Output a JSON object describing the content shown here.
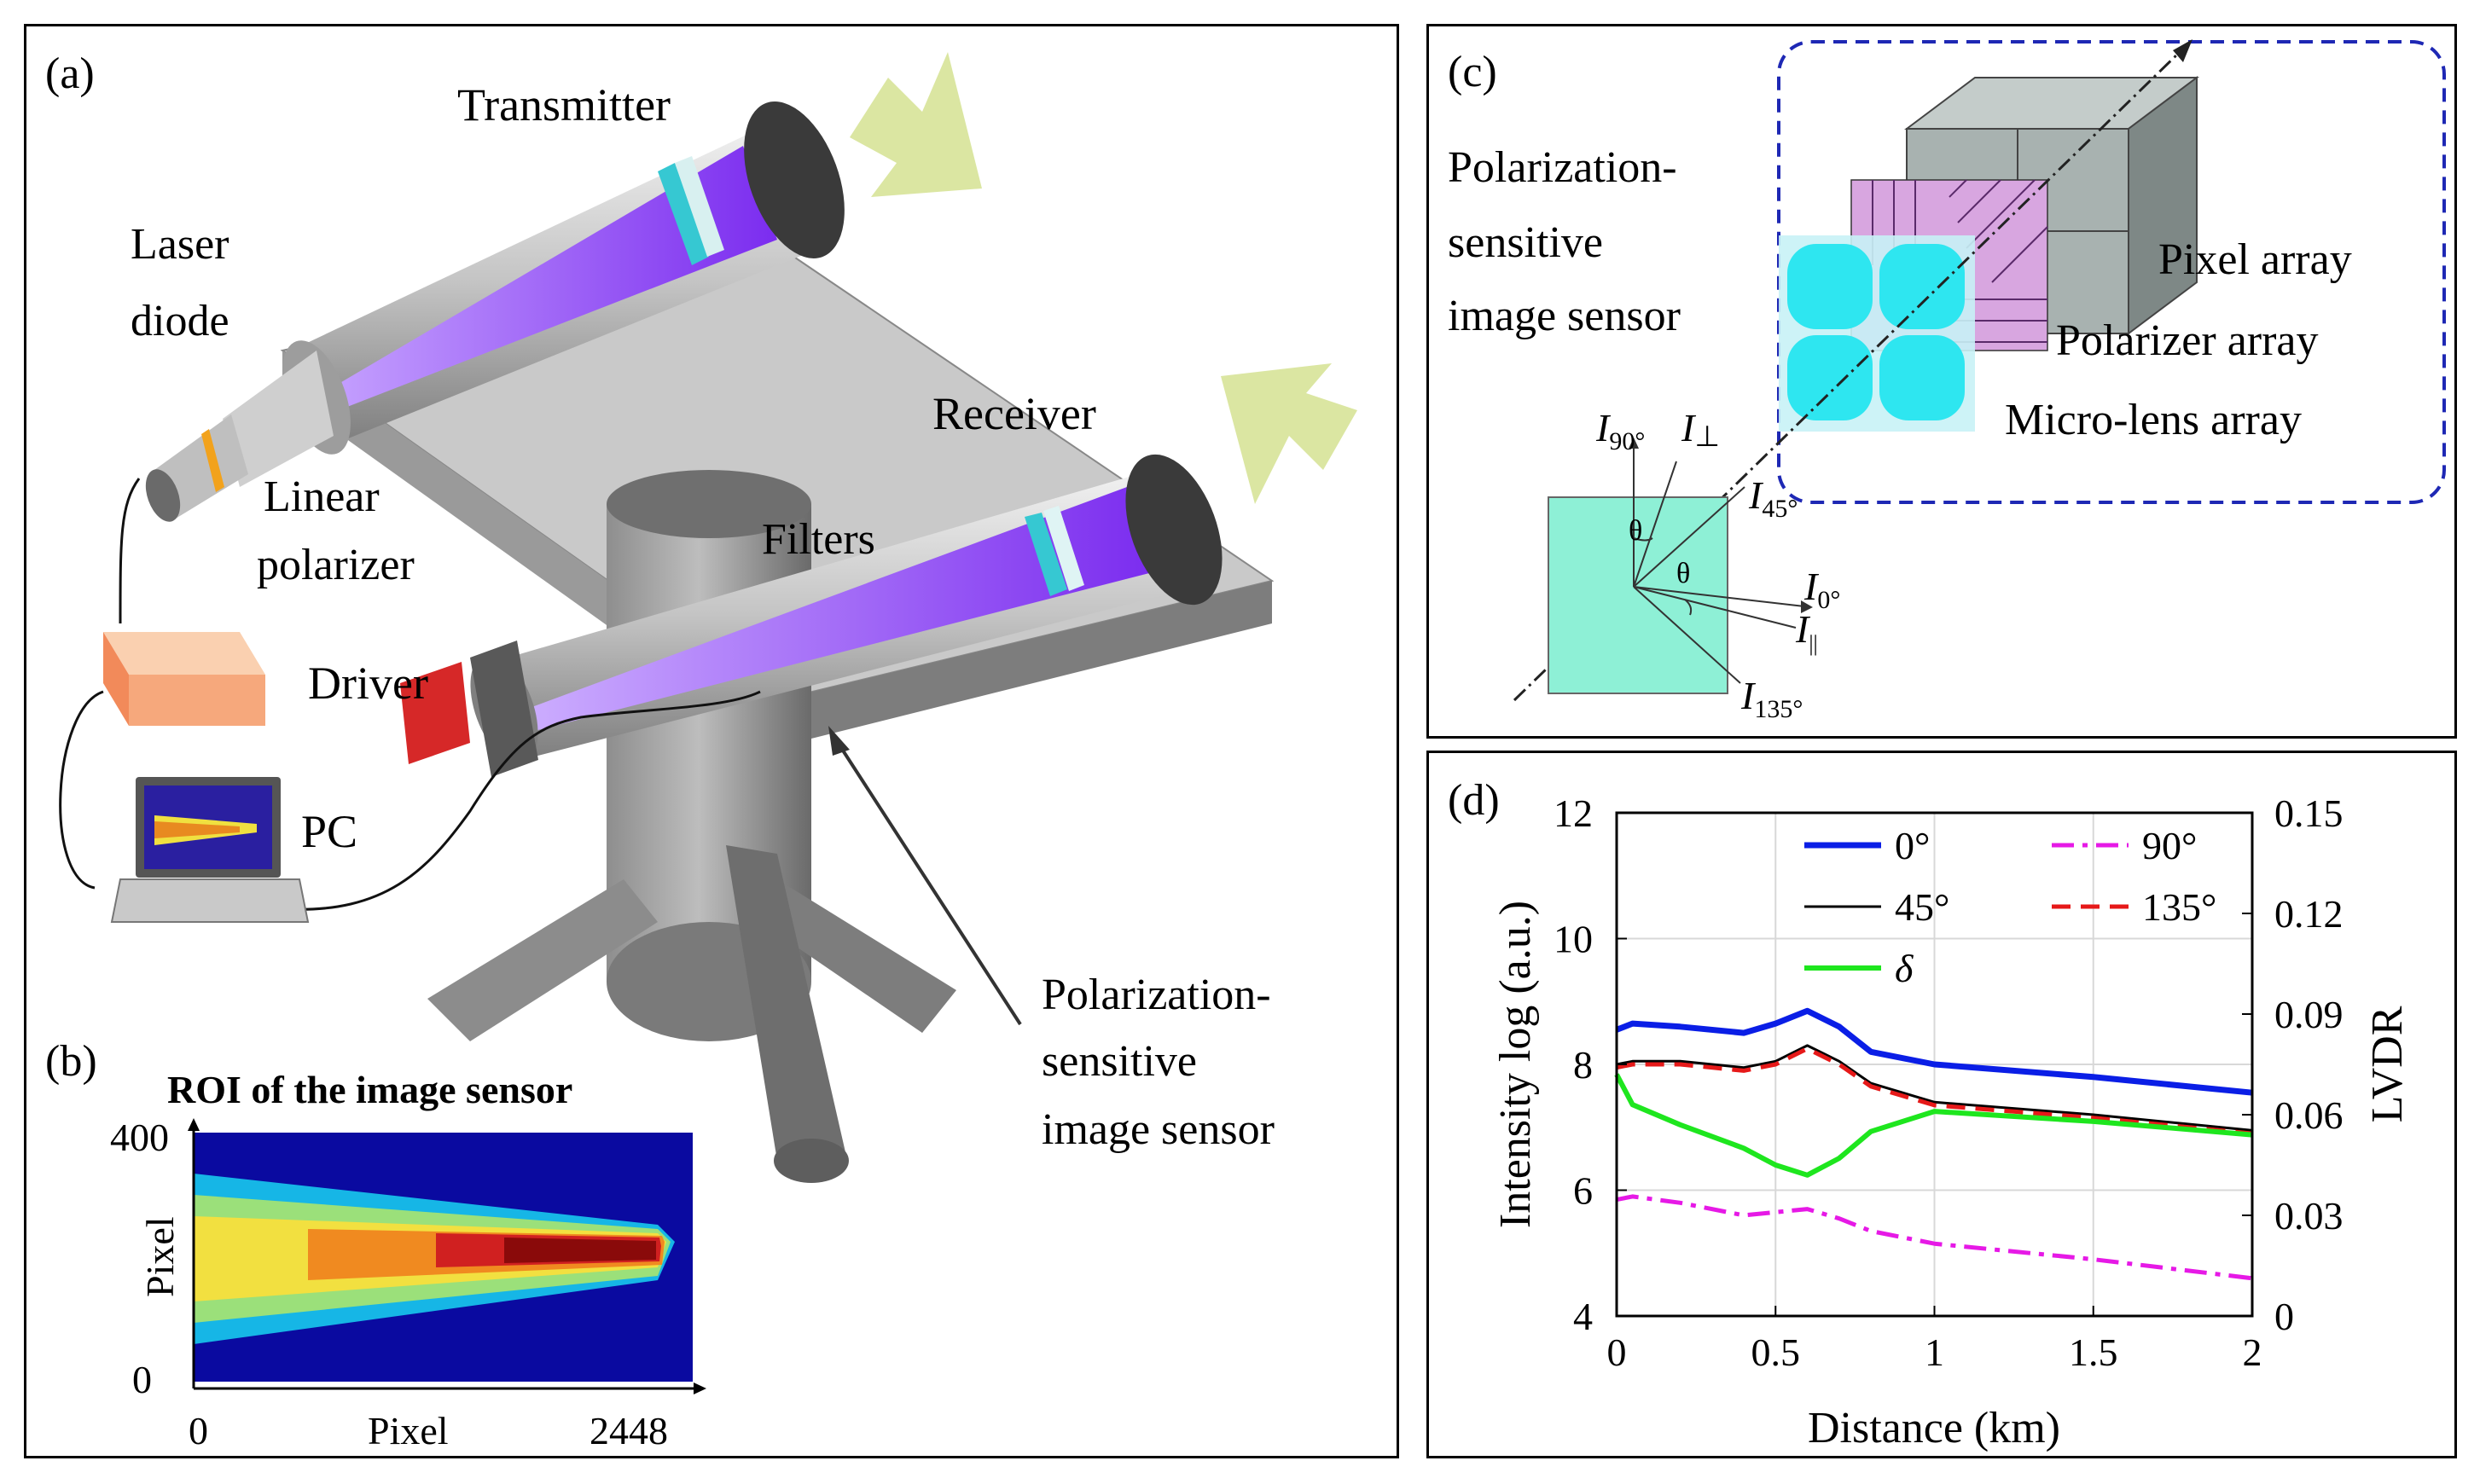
{
  "panel_a": {
    "label": "(a)",
    "transmitter": "Transmitter",
    "laser_line1": "Laser",
    "laser_line2": "diode",
    "polarizer_line1": "Linear",
    "polarizer_line2": "polarizer",
    "driver": "Driver",
    "pc": "PC",
    "receiver": "Receiver",
    "filters": "Filters",
    "sensor_line1": "Polarization-",
    "sensor_line2": "sensitive",
    "sensor_line3": "image sensor"
  },
  "panel_b": {
    "label": "(b)",
    "title": "ROI of the image sensor",
    "ylabel": "Pixel",
    "xlabel": "Pixel",
    "y_ticks": [
      "400",
      "0"
    ],
    "x_ticks": [
      "0",
      "2448"
    ]
  },
  "panel_c": {
    "label": "(c)",
    "sensor_line1": "Polarization-",
    "sensor_line2": "sensitive",
    "sensor_line3": "image sensor",
    "pixel_array": "Pixel array",
    "polarizer_array": "Polarizer array",
    "microlens_array": "Micro-lens array",
    "theta": "θ",
    "i_sym": "I",
    "sub_90": "90°",
    "sub_perp": "⊥",
    "sub_45": "45°",
    "sub_0": "0°",
    "sub_par": "||",
    "sub_135": "135°"
  },
  "panel_d": {
    "label": "(d)"
  },
  "chart_data": {
    "type": "line",
    "xlabel": "Distance (km)",
    "ylabel": "Intensity log (a.u.)",
    "y2label": "LVDR",
    "xlim": [
      0,
      2
    ],
    "ylim": [
      4,
      12
    ],
    "y2lim": [
      0,
      0.15
    ],
    "x_ticks": [
      "0",
      "0.5",
      "1",
      "1.5",
      "2"
    ],
    "y_ticks": [
      "4",
      "6",
      "8",
      "10",
      "12"
    ],
    "y2_ticks": [
      "0",
      "0.03",
      "0.06",
      "0.09",
      "0.12",
      "0.15"
    ],
    "grid": true,
    "legend_position": "top-right",
    "x": [
      0,
      0.05,
      0.2,
      0.4,
      0.5,
      0.6,
      0.7,
      0.8,
      1.0,
      1.5,
      2.0
    ],
    "series": [
      {
        "name": "0°",
        "axis": "left",
        "color": "#0a1ee6",
        "values": [
          8.55,
          8.65,
          8.6,
          8.5,
          8.65,
          8.85,
          8.6,
          8.2,
          8.0,
          7.8,
          7.55
        ]
      },
      {
        "name": "90°",
        "axis": "left",
        "color": "#e619e6",
        "values": [
          5.85,
          5.9,
          5.8,
          5.6,
          5.65,
          5.7,
          5.55,
          5.35,
          5.15,
          4.9,
          4.6
        ]
      },
      {
        "name": "45°",
        "axis": "left",
        "color": "#000000",
        "values": [
          8.0,
          8.05,
          8.05,
          7.95,
          8.05,
          8.3,
          8.05,
          7.7,
          7.4,
          7.2,
          6.95
        ]
      },
      {
        "name": "135°",
        "axis": "left",
        "color": "#e61919",
        "values": [
          7.95,
          8.0,
          8.0,
          7.9,
          8.0,
          8.25,
          8.0,
          7.65,
          7.35,
          7.15,
          6.9
        ]
      },
      {
        "name": "δ",
        "axis": "right",
        "color": "#1ee61e",
        "values": [
          0.072,
          0.063,
          0.057,
          0.05,
          0.045,
          0.042,
          0.047,
          0.055,
          0.061,
          0.058,
          0.054
        ]
      }
    ]
  },
  "colors": {
    "beam_purple": "#8a3cf0",
    "housing_grey": "#a8a8a8",
    "arrow_green": "#dbe6a2",
    "driver_orange": "#f6b48c",
    "sensor_red": "#d62828",
    "dashed_box_blue": "#1e28b4",
    "lens_cyan": "#2ee6f0",
    "polarizer_pink": "#d8a6e0",
    "cube_grey": "#a8b2b0"
  }
}
